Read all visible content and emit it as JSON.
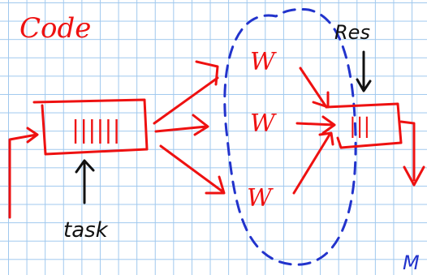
{
  "colors": {
    "grid": "#9fc8ee",
    "ink_red": "#ee1111",
    "ink_black": "#111111",
    "ink_blue": "#2233cc",
    "background": "#ffffff"
  },
  "labels": {
    "title": "Code",
    "queue_left": "||||||",
    "task": "task",
    "worker_top": "W",
    "worker_middle": "W",
    "worker_bottom": "W",
    "queue_right": "|||",
    "res": "Res",
    "corner_mark": "M"
  }
}
